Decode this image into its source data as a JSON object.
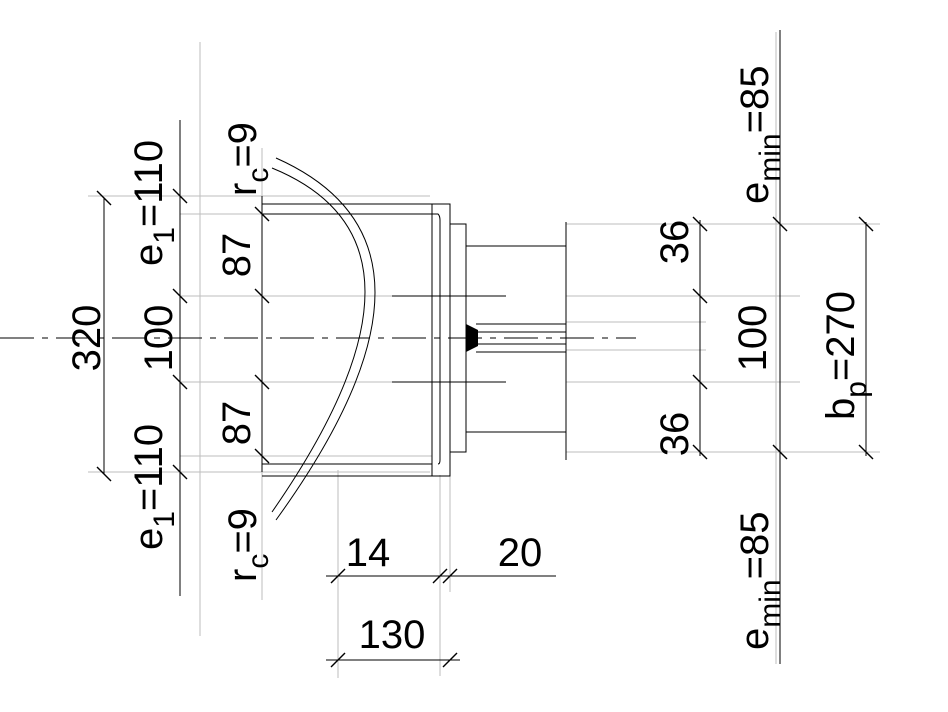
{
  "labels": {
    "overall_width": "320",
    "centre_spacing_left": "100",
    "centre_spacing_right": "100",
    "edge_left_top": "87",
    "edge_left_bottom": "87",
    "edge_right_top": "36",
    "edge_right_bottom": "36",
    "plate_thickness": "20",
    "flange_thickness": "14",
    "plate_depth": "130",
    "e1_top": {
      "base": "e",
      "sub": "1",
      "value": "=110"
    },
    "e1_bottom": {
      "base": "e",
      "sub": "1",
      "value": "=110"
    },
    "rc_top": {
      "base": "r",
      "sub": "c",
      "value": "=9"
    },
    "rc_bottom": {
      "base": "r",
      "sub": "c",
      "value": "=9"
    },
    "emin_top": {
      "base": "e",
      "sub": "min",
      "value": "=85"
    },
    "emin_bottom": {
      "base": "e",
      "sub": "min",
      "value": "=85"
    },
    "bp": {
      "base": "b",
      "sub": "p",
      "value": "=270"
    }
  }
}
